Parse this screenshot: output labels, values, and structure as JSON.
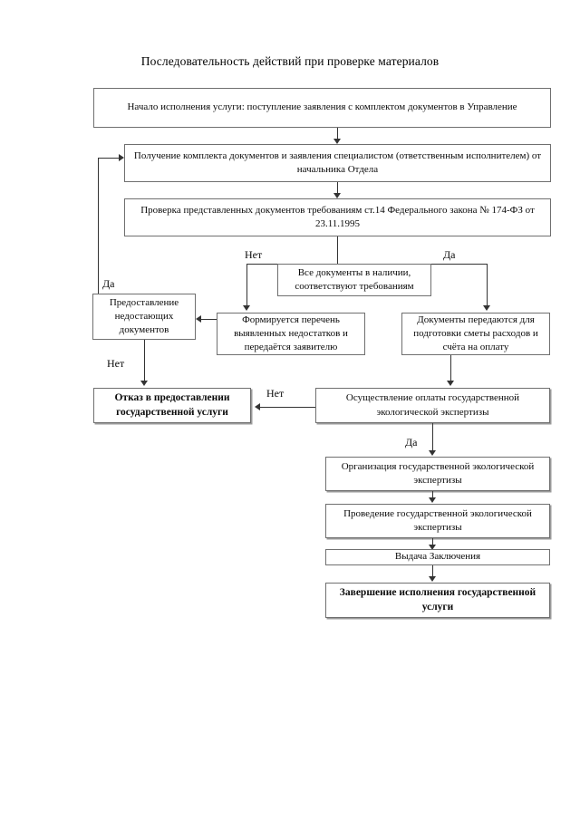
{
  "document": {
    "title": "Последовательность действий при проверке материалов"
  },
  "nodes": {
    "start": "Начало исполнения услуги: поступление заявления с комплектом документов в Управление",
    "receive": "Получение комплекта документов и заявления специалистом (ответственным исполнителем) от начальника Отдела",
    "check": "Проверка представленных документов требованиям ст.14 Федерального закона № 174-ФЗ от 23.11.1995",
    "condition": "Все документы в наличии, соответствуют требованиям",
    "provide_missing": "Предоставление недостающих документов",
    "deficiency_list": "Формируется перечень выявленных недостатков и передаётся заявителю",
    "documents_transferred": "Документы передаются для подготовки сметы расходов и счёта на оплату",
    "refusal": "Отказ в предоставлении государственной услуги",
    "payment": "Осуществление оплаты государственной экологической экспертизы",
    "organization": "Организация государственной экологической экспертизы",
    "conducting": "Проведение государственной экологической экспертизы",
    "issue_conclusion": "Выдача Заключения",
    "completion": "Завершение исполнения государственной услуги"
  },
  "edge_labels": {
    "no_left_branch": "Нет",
    "yes_right_branch": "Да",
    "yes_provide_missing": "Да",
    "no_to_refusal": "Нет",
    "no_payment_to_refusal": "Нет",
    "yes_payment": "Да"
  },
  "colors": {
    "box_border": "#6f6f6f",
    "box_shadow": "#9a9a9a",
    "connector": "#333333",
    "text": "#0a0a0a",
    "background": "#ffffff"
  }
}
